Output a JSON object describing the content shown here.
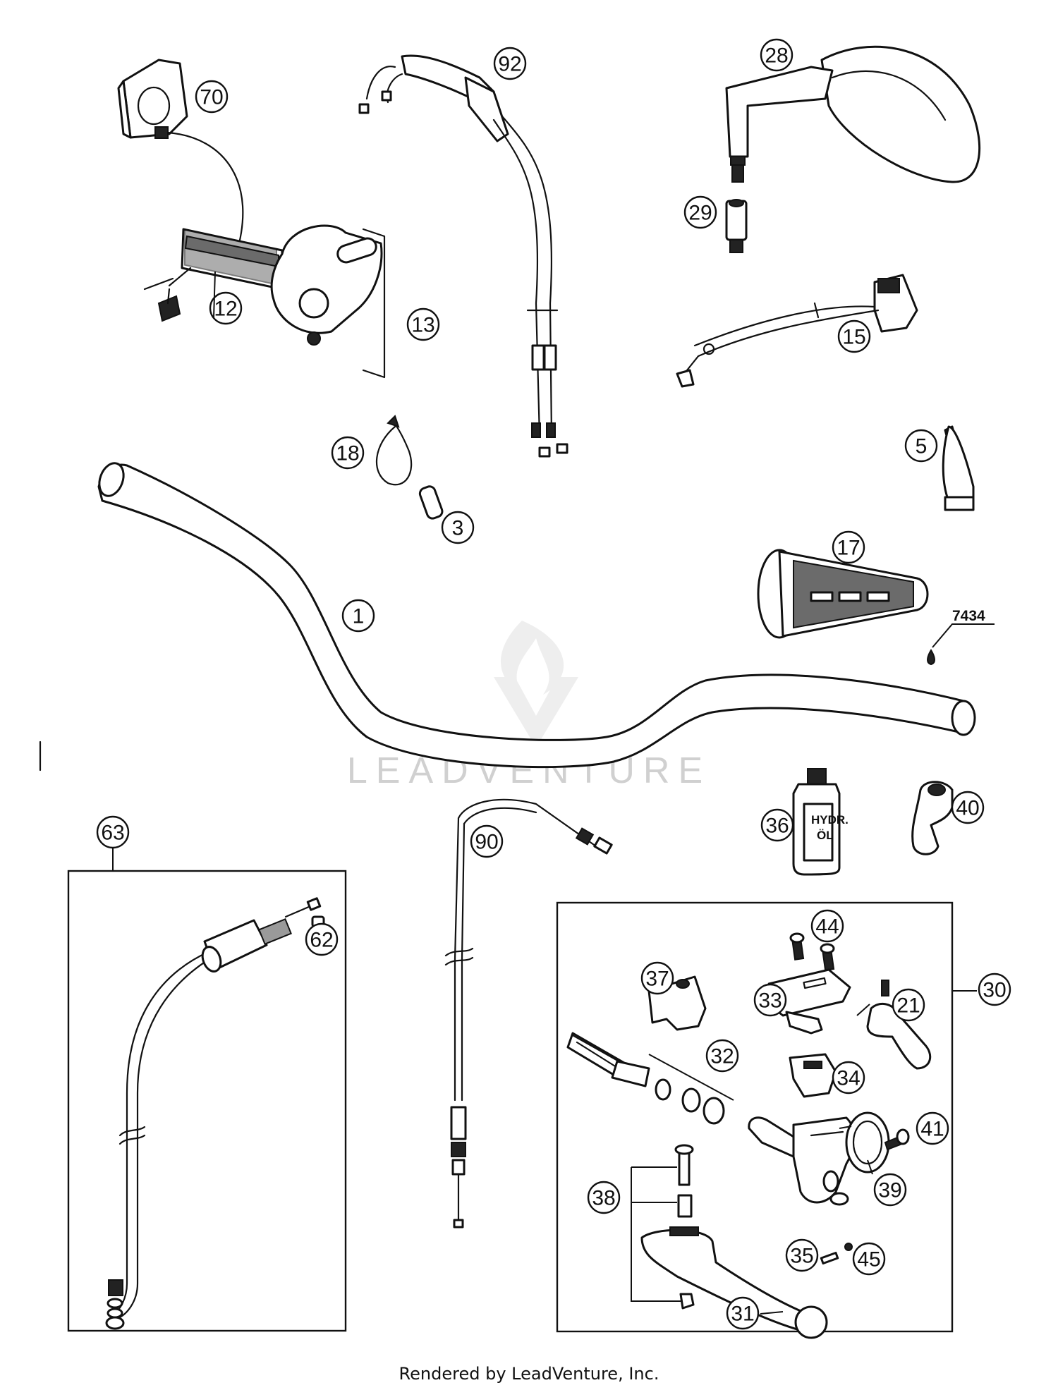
{
  "callouts": [
    "70",
    "92",
    "28",
    "29",
    "12",
    "13",
    "15",
    "18",
    "5",
    "3",
    "17",
    "1",
    "63",
    "90",
    "36",
    "40",
    "62",
    "44",
    "37",
    "33",
    "21",
    "30",
    "32",
    "34",
    "41",
    "38",
    "39",
    "35",
    "45",
    "31"
  ],
  "part_label": "7434",
  "bottle_label": [
    "HYDR.",
    "ÖL"
  ],
  "watermark": {
    "text": "LEADVENTURE"
  },
  "footer": {
    "text": "Rendered by LeadVenture, Inc."
  }
}
